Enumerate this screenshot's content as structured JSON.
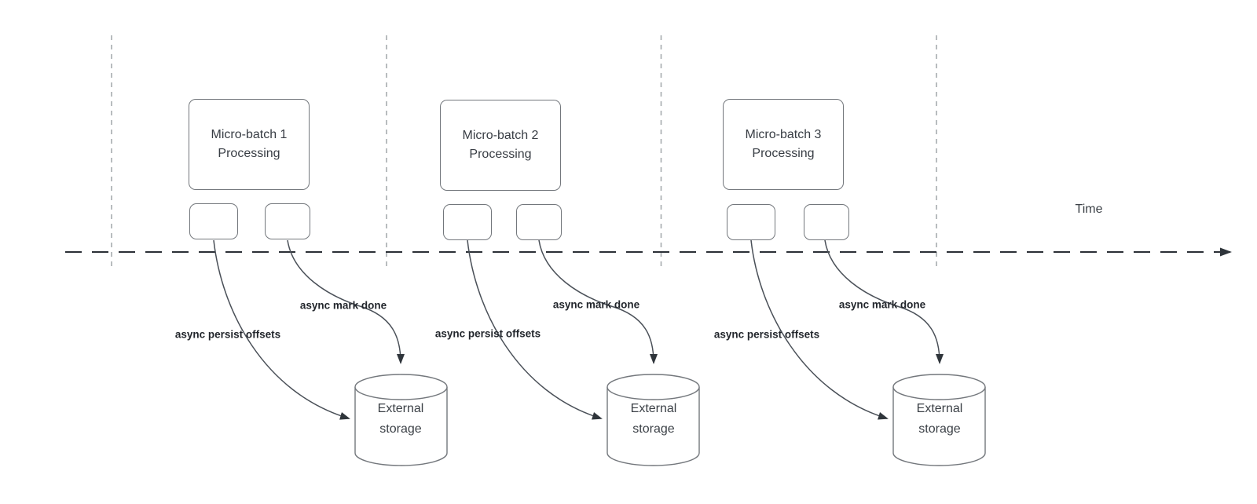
{
  "diagram": {
    "time_label": "Time",
    "batches": [
      {
        "title_line1": "Micro-batch 1",
        "title_line2": "Processing",
        "persist_label": "async persist offsets",
        "mark_done_label": "async mark done",
        "storage_line1": "External",
        "storage_line2": "storage"
      },
      {
        "title_line1": "Micro-batch 2",
        "title_line2": "Processing",
        "persist_label": "async persist offsets",
        "mark_done_label": "async mark done",
        "storage_line1": "External",
        "storage_line2": "storage"
      },
      {
        "title_line1": "Micro-batch 3",
        "title_line2": "Processing",
        "persist_label": "async persist offsets",
        "mark_done_label": "async mark done",
        "storage_line1": "External",
        "storage_line2": "storage"
      }
    ],
    "colors": {
      "timeline": "#2b2f36",
      "divider": "#a7abaf",
      "shape_border": "#73777c",
      "curve": "#4a5058",
      "text": "#383d44",
      "label_text": "#22262c"
    }
  }
}
